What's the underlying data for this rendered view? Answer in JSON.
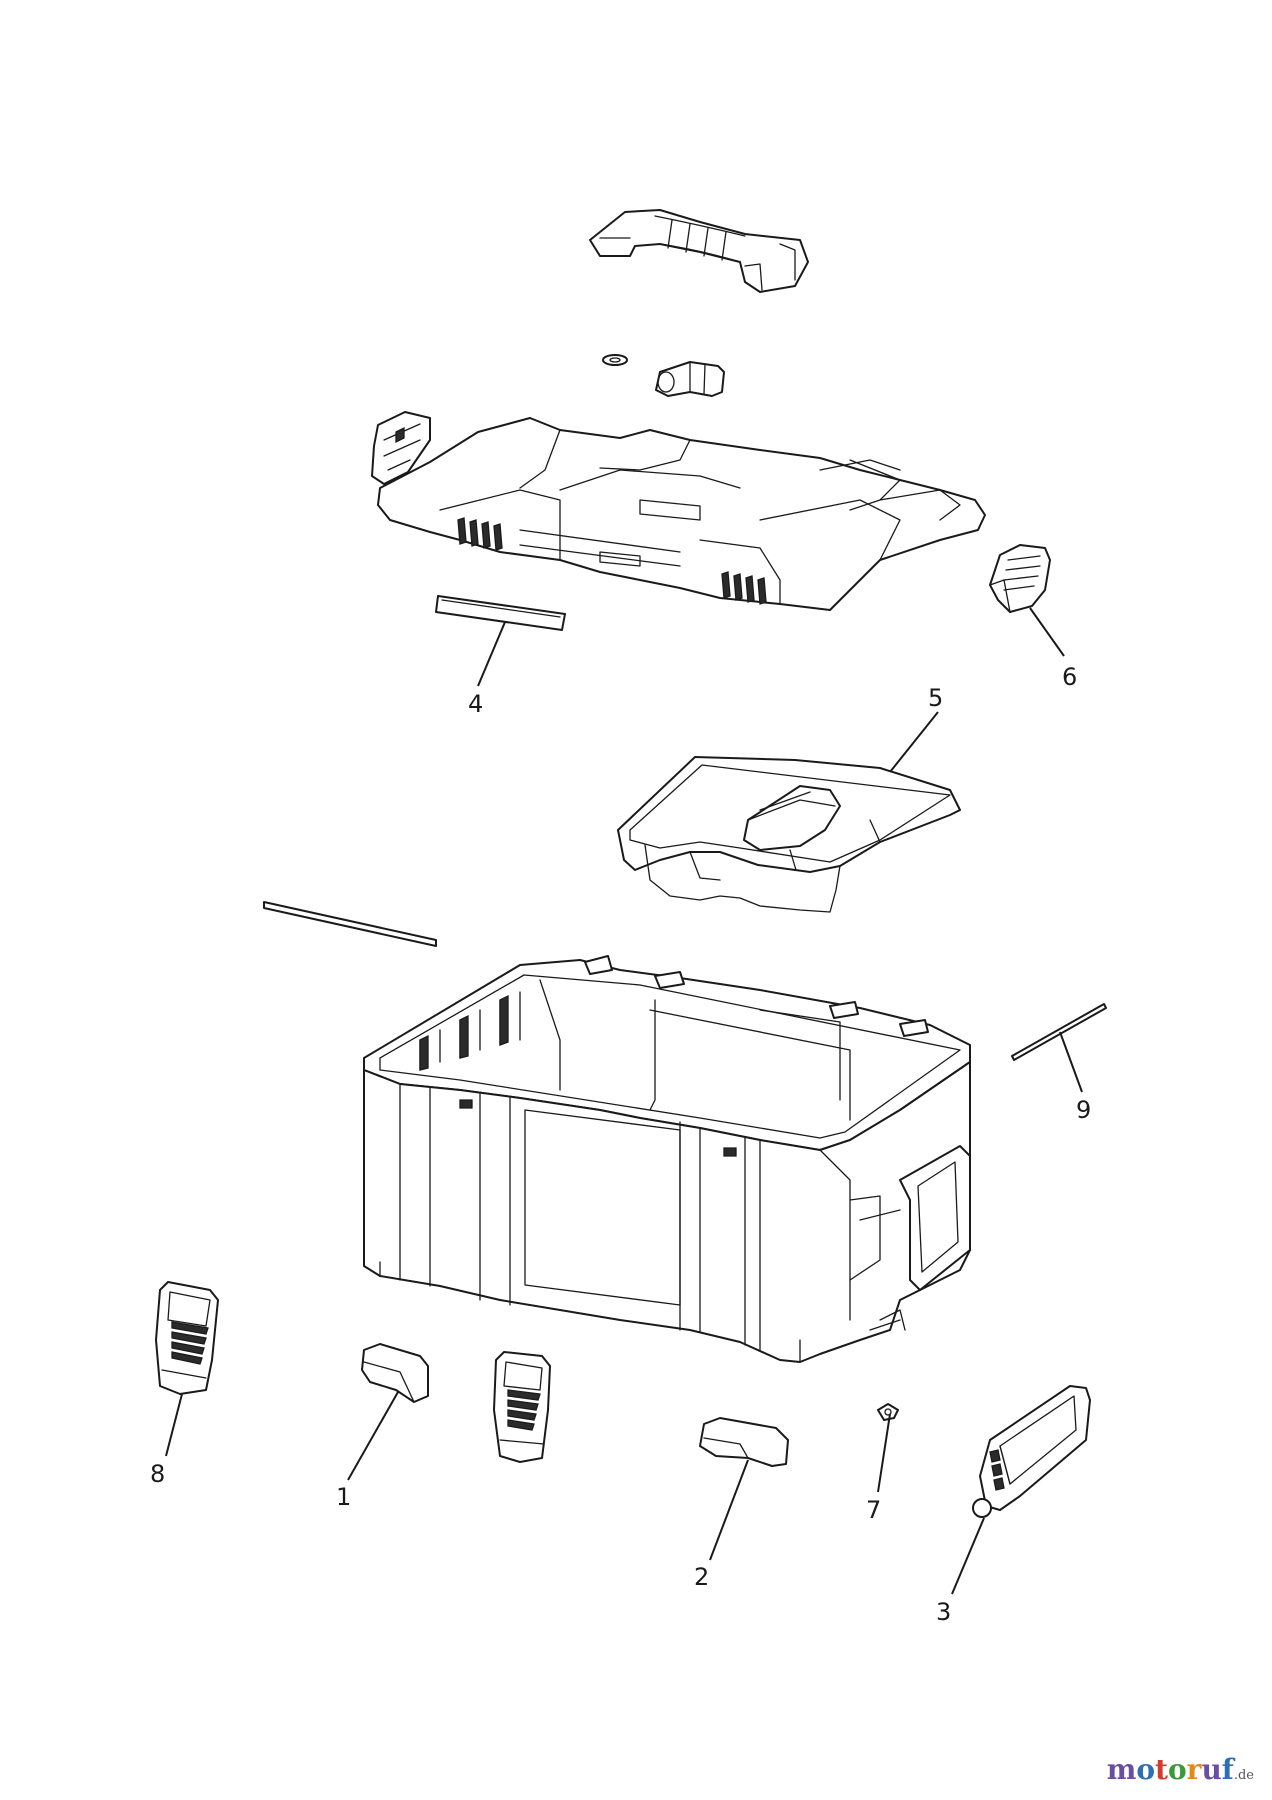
{
  "callouts": {
    "c1": "1",
    "c2": "2",
    "c3": "3",
    "c4": "4",
    "c5": "5",
    "c6": "6",
    "c7": "7",
    "c8": "8",
    "c9": "9"
  },
  "watermark": {
    "brand": "motoruf",
    "suffix": ".de",
    "letters": [
      "m",
      "o",
      "t",
      "o",
      "r",
      "u",
      "f"
    ]
  }
}
